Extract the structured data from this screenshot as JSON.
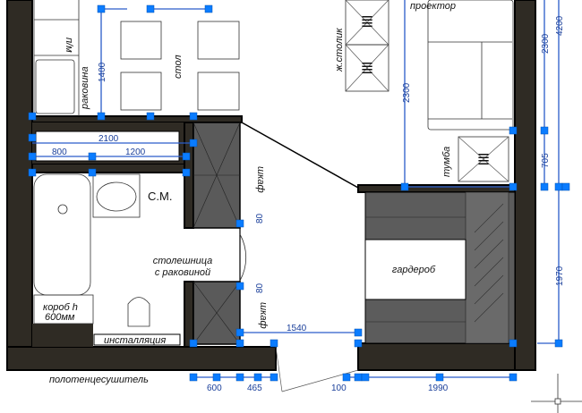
{
  "drawing": {
    "labels": {
      "pm": "п/м",
      "sink": "раковина",
      "table": "стол",
      "coffee_table": "ж.столик",
      "projector": "проектор",
      "nightstand": "тумба",
      "washer": "С.М.",
      "closet_top": "шкаф",
      "closet_bottom": "шкаф",
      "countertop_1": "столешница",
      "countertop_2": "с раковиной",
      "box_1": "короб h",
      "box_2": "600мм",
      "installation": "инсталляция",
      "towel_dryer": "полотенцесушитель",
      "wardrobe": "гардероб"
    },
    "dimensions": {
      "d1400": "1400",
      "d2100": "2100",
      "d800": "800",
      "d1200": "1200",
      "d2300_left": "2300",
      "d2300_right": "2300",
      "d4200": "4200",
      "d705": "705",
      "d1970": "1970",
      "d1540": "1540",
      "d600": "600",
      "d465": "465",
      "d100": "100",
      "d1990": "1990",
      "d80_top": "80",
      "d80_bottom": "80"
    },
    "colors": {
      "wall": "#2f2b24",
      "dimension": "#2a5cc9",
      "grip": "#0a7cff",
      "closet": "#5a5a5a"
    }
  }
}
